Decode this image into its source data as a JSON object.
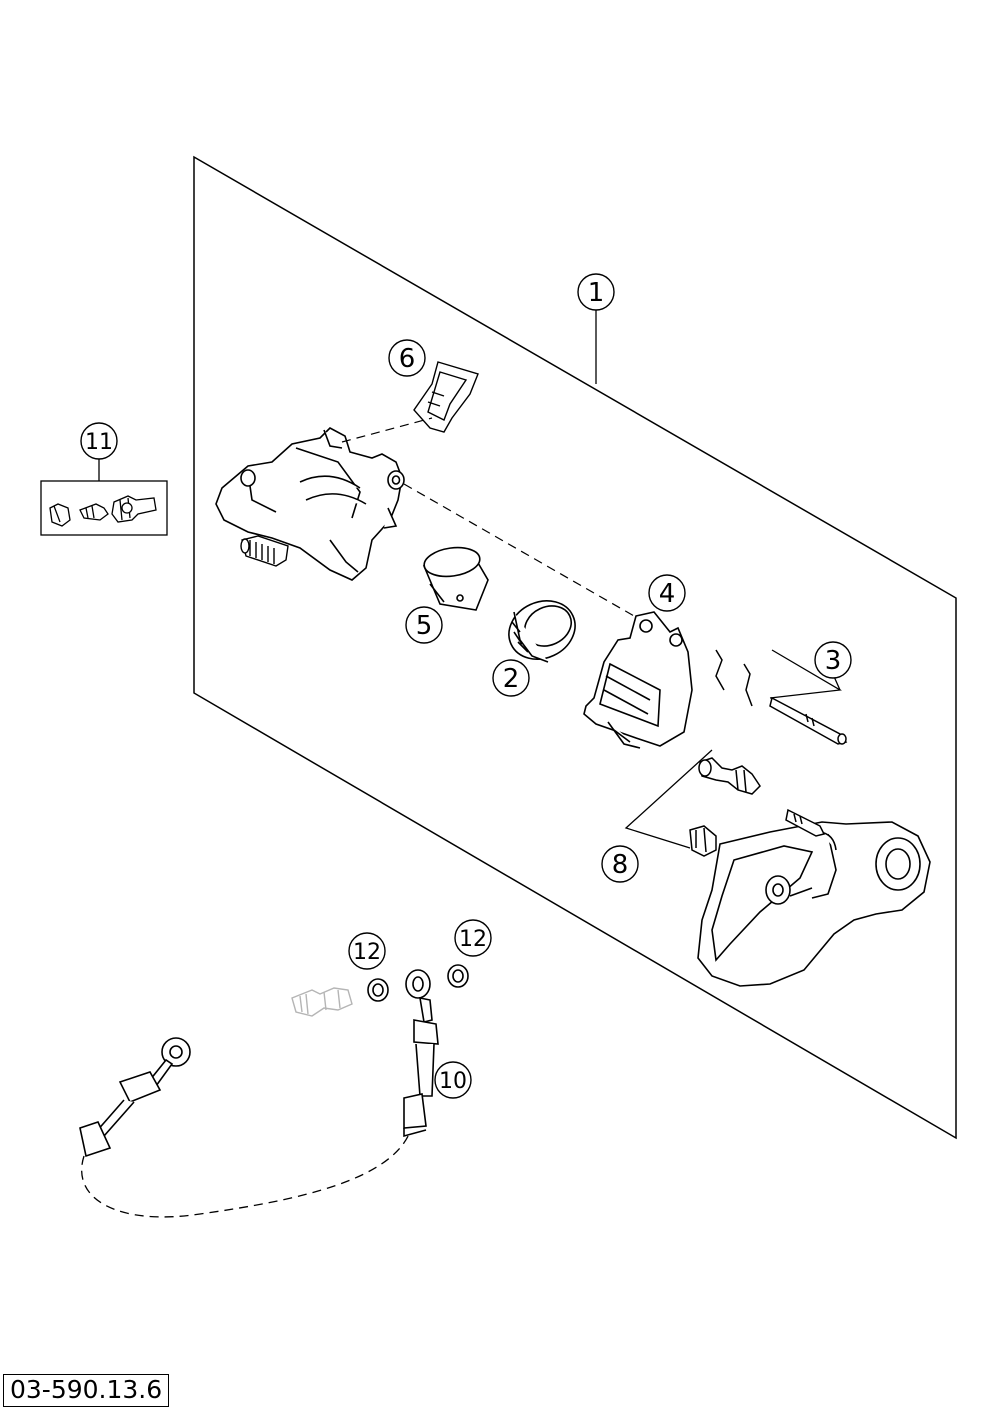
{
  "drawing_number": "03-590.13.6",
  "callouts": {
    "c1": "1",
    "c2": "2",
    "c3": "3",
    "c4": "4",
    "c5": "5",
    "c6": "6",
    "c8": "8",
    "c10": "10",
    "c11": "11",
    "c12a": "12",
    "c12b": "12"
  },
  "colors": {
    "line": "#000000",
    "faded_part": "#b5b5b5",
    "fill": "#ffffff"
  }
}
